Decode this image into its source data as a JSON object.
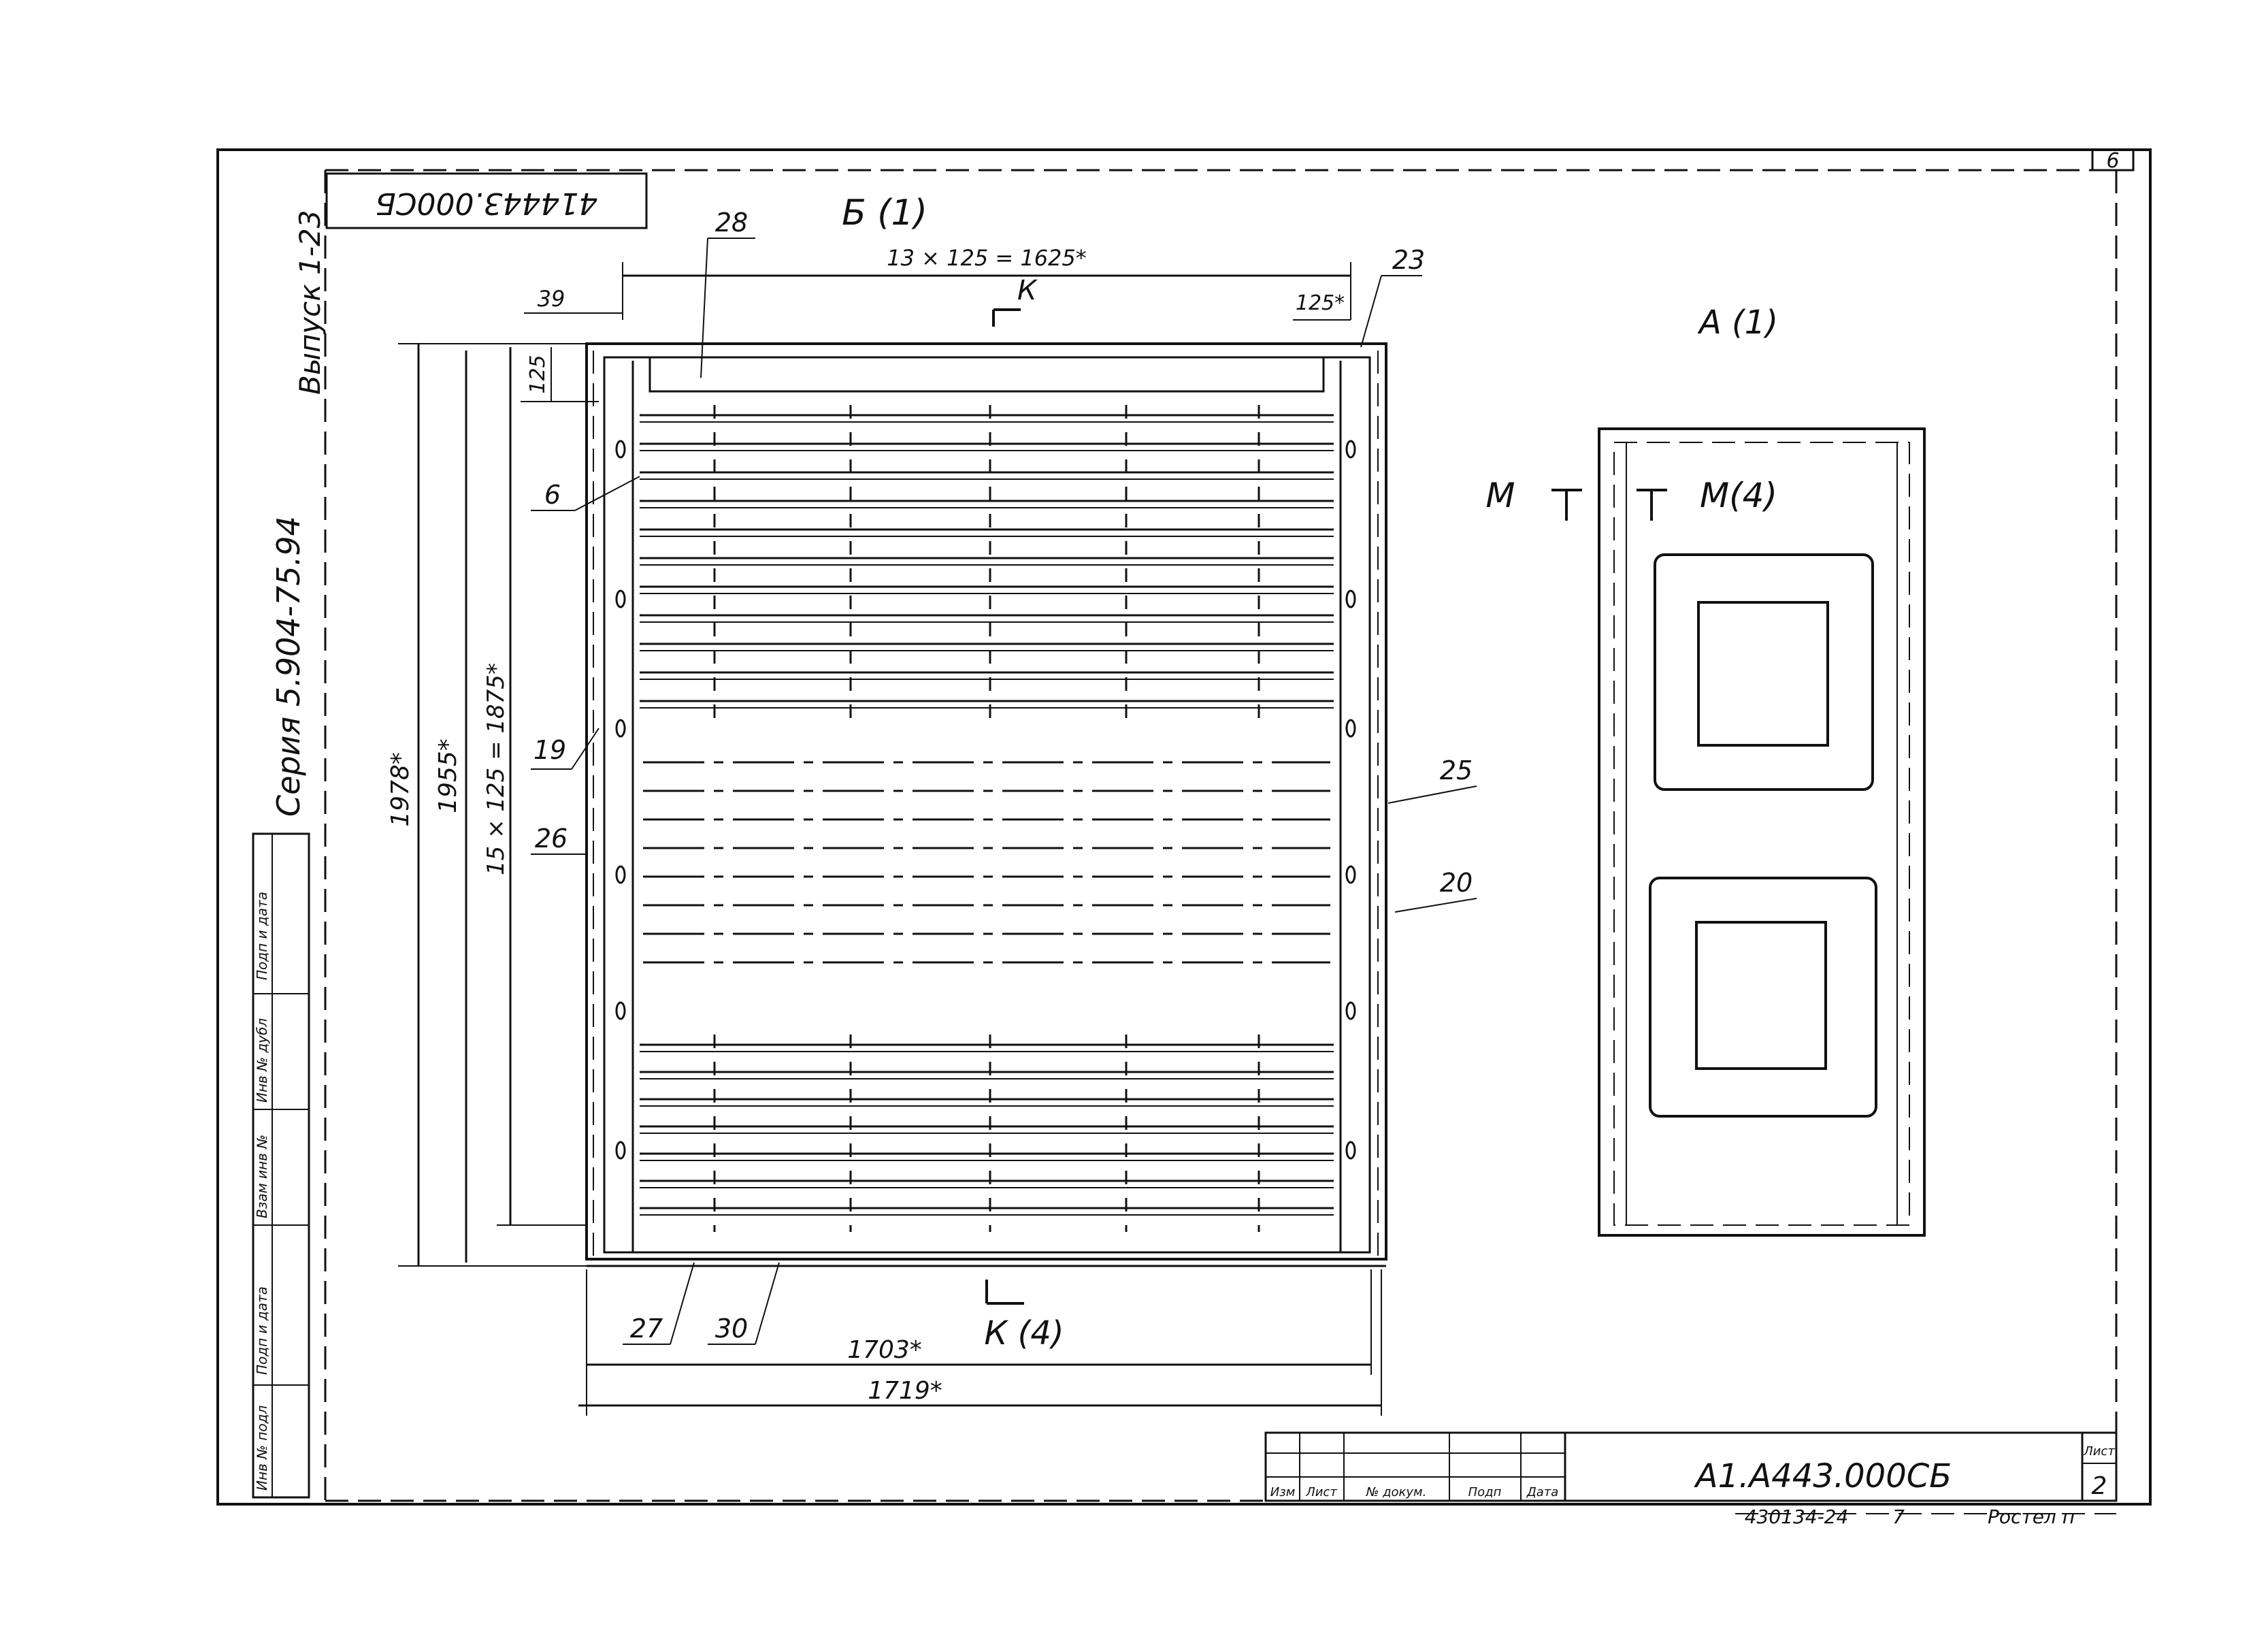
{
  "sheet": {
    "corner_number": "6",
    "code_rotated": "414443.000СБ",
    "sheet_label": "Лист",
    "sheet_number": "2",
    "designation": "А1.А443.000СБ",
    "bottom_note_left": "430134-24",
    "bottom_note_mid": "7",
    "bottom_note_right": "Ростел п"
  },
  "series_side": {
    "series": "Серия 5.904-75.94",
    "issue": "Выпуск 1-23"
  },
  "side_stamp": {
    "cells": [
      "Инв № подл",
      "Подп и дата",
      "Взам инв №",
      "Инв № дубл",
      "Подп и дата"
    ]
  },
  "title_block": {
    "cols": [
      "Изм",
      "Лист",
      "№ докум.",
      "Подп",
      "Дата"
    ]
  },
  "views": {
    "b_title": "Б (1)",
    "a_title": "А (1)",
    "section_m": "М",
    "section_m4": "М(4)",
    "section_k": "К",
    "section_k4": "К (4)"
  },
  "dimensions": {
    "top_span": "13 × 125 = 1625*",
    "left_offset": "39",
    "right_step": "125*",
    "top_step": "125",
    "total_h1": "1978*",
    "total_h2": "1955*",
    "grid_h": "15 × 125 = 1875*",
    "bottom_w1": "1703*",
    "bottom_w2": "1719*"
  },
  "callouts": {
    "c28": "28",
    "c23": "23",
    "c6": "6",
    "c19": "19",
    "c26": "26",
    "c25": "25",
    "c20": "20",
    "c27": "27",
    "c30": "30"
  }
}
